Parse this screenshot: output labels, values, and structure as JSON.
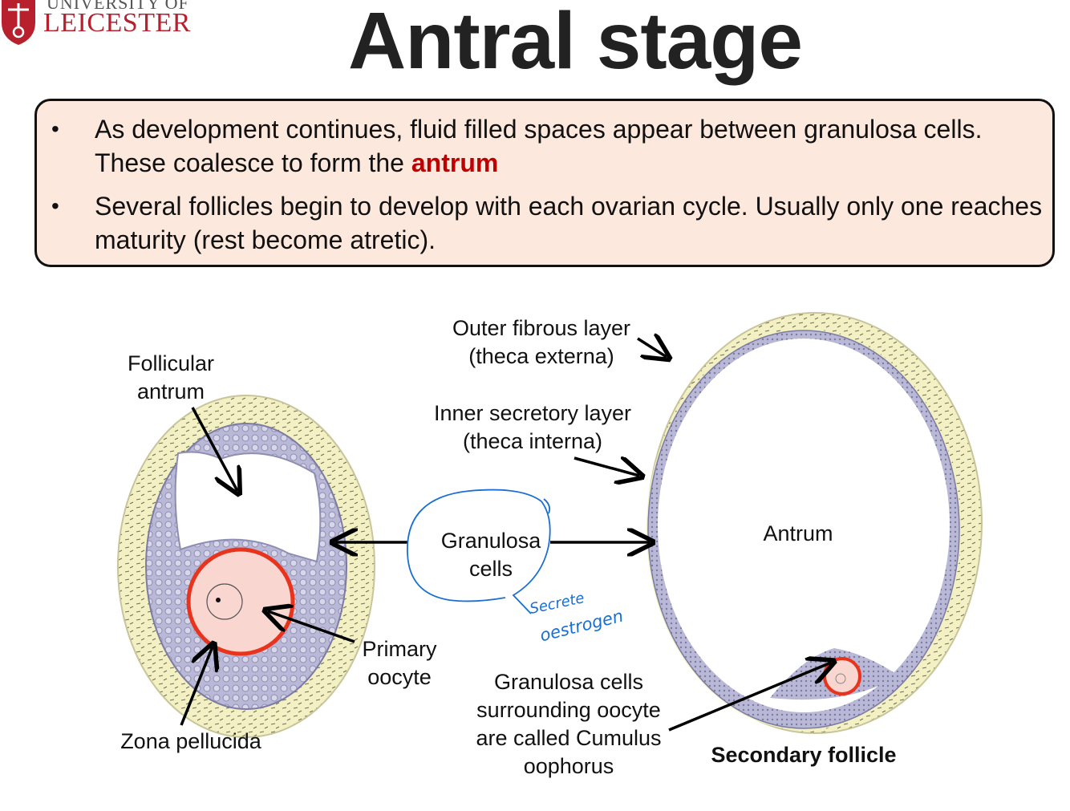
{
  "header": {
    "logo_line1": "UNIVERSITY OF",
    "logo_line2": "LEICESTER",
    "title": "Antral stage"
  },
  "bullets": [
    {
      "text_before": "As development continues, fluid filled spaces appear between granulosa cells. These coalesce to form the ",
      "highlight": "antrum",
      "text_after": ""
    },
    {
      "text_before": "Several follicles begin to develop with each ovarian cycle. Usually only one reaches maturity (rest become atretic).",
      "highlight": "",
      "text_after": ""
    }
  ],
  "labels": {
    "follicular_antrum": "Follicular\nantrum",
    "outer_fibrous": "Outer fibrous layer\n(theca externa)",
    "inner_secretory": "Inner secretory layer\n(theca interna)",
    "granulosa_cells": "Granulosa\ncells",
    "antrum": "Antrum",
    "primary_oocyte": "Primary\noocyte",
    "zona_pellucida": "Zona pellucida",
    "cumulus": "Granulosa cells\nsurrounding oocyte\nare called Cumulus\noophorus",
    "secondary_follicle": "Secondary follicle"
  },
  "annotation": {
    "line1": "Secrete",
    "line2": "oestrogen"
  },
  "colors": {
    "accent_red": "#c00000",
    "brand_red": "#b8202e",
    "box_fill": "#fce8dc",
    "theca": "#f3f0c4",
    "granulosa": "#b9b8d6",
    "oocyte_ring": "#e8341c",
    "oocyte_fill": "#f9d6d0",
    "annotation_blue": "#1a6fd4"
  }
}
